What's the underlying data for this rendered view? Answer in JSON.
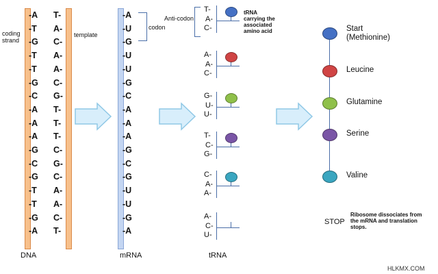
{
  "labels": {
    "coding_strand": "coding\nstrand",
    "template": "template",
    "codon": "codon",
    "anticodon": "Anti-codon",
    "trna_note": "tRNA\ncarrying the\nassociated\namino acid",
    "dna": "DNA",
    "mrna": "mRNA",
    "trna": "tRNA",
    "stop": "STOP",
    "stop_note": "Ribosome dissociates from\nthe mRNA and translation\nstops.",
    "watermark": "HLKMX.COM"
  },
  "dna_coding": [
    "-A",
    "-T",
    "-G",
    "-T",
    "-T",
    "-G",
    "-C",
    "-A",
    "-A",
    "-A",
    "-G",
    "-C",
    "-G",
    "-T",
    "-T",
    "-G",
    "-A"
  ],
  "dna_template": [
    "T-",
    "A-",
    "C-",
    "A-",
    "A-",
    "C-",
    "G-",
    "T-",
    "T-",
    "T-",
    "C-",
    "G-",
    "C-",
    "A-",
    "A-",
    "C-",
    "T-"
  ],
  "mrna": [
    "-A",
    "-U",
    "-G",
    "-U",
    "-U",
    "-G",
    "-C",
    "-A",
    "-A",
    "-A",
    "-G",
    "-C",
    "-G",
    "-U",
    "-U",
    "-G",
    "-A"
  ],
  "trnas": [
    {
      "anticodon": [
        "T-",
        "A-",
        "C-"
      ],
      "color": "#4470c4"
    },
    {
      "anticodon": [
        "A-",
        "A-",
        "C-"
      ],
      "color": "#d04444"
    },
    {
      "anticodon": [
        "G-",
        "U-",
        "U-"
      ],
      "color": "#8fc04a"
    },
    {
      "anticodon": [
        "T-",
        "C-",
        "G-"
      ],
      "color": "#7a55a6"
    },
    {
      "anticodon": [
        "C-",
        "A-",
        "A-"
      ],
      "color": "#3aa6c0"
    },
    {
      "anticodon": [
        "A-",
        "C-",
        "U-"
      ],
      "color": ""
    }
  ],
  "amino_acids": [
    {
      "name": "Start\n(Methionine)",
      "color": "#4470c4"
    },
    {
      "name": "Leucine",
      "color": "#d04444"
    },
    {
      "name": "Glutamine",
      "color": "#8fc04a"
    },
    {
      "name": "Serine",
      "color": "#7a55a6"
    },
    {
      "name": "Valine",
      "color": "#3aa6c0"
    }
  ],
  "colors": {
    "dna_strand": "#f7c08b",
    "mrna_strand": "#c4d6f2",
    "arrow_fill": "#d8eefb",
    "arrow_stroke": "#8fc8e6",
    "chain_line": "#4a6ea8"
  }
}
